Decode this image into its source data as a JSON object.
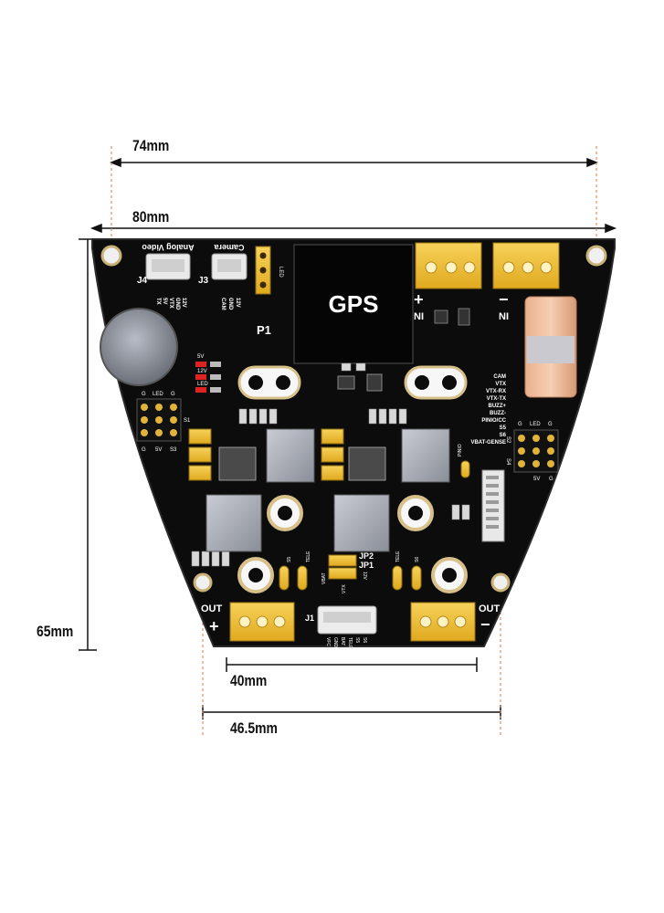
{
  "dimensions": {
    "top_width": "74mm",
    "board_width": "80mm",
    "height": "65mm",
    "bottom_pad_span": "40mm",
    "bottom_hole_span": "46.5mm"
  },
  "board": {
    "gps_label": "GPS",
    "p1_label": "P1",
    "analog_video_label": "Analog Video",
    "camera_label": "Camera",
    "j4_label": "J4",
    "j3_label": "J3",
    "j1_label": "J1",
    "led_conn_label": "LED",
    "j4_pins": [
      "TX",
      "5V",
      "VTX",
      "GND",
      "12V"
    ],
    "j3_pins": [
      "CAM",
      "GND",
      "12V"
    ],
    "input_positive": "+",
    "input_positive_label": "NI",
    "input_negative": "−",
    "input_negative_label": "NI",
    "output_left_label": "OUT",
    "output_left_sign": "+",
    "output_right_label": "OUT",
    "output_right_sign": "−",
    "led_labels": [
      "5V",
      "12V",
      "LED"
    ],
    "left_header_top": [
      "G",
      "LED",
      "G"
    ],
    "left_header_bottom": [
      "G",
      "5V",
      "S3"
    ],
    "left_header_side": "S1",
    "right_header_top": [
      "G",
      "LED",
      "G"
    ],
    "right_header_bottom": [
      "5V",
      "G"
    ],
    "right_header_side": [
      "S2",
      "S4"
    ],
    "right_side_labels": [
      "CAM",
      "VTX",
      "VTX-RX",
      "VTX-TX",
      "BUZZ+",
      "BUZZ-",
      "PINIO/CC",
      "S5",
      "S6",
      "VBAT-GENSE"
    ],
    "jp2_label": "JP2",
    "jp1_label": "JP1",
    "jp_12v": "12V",
    "vbat_label": "VBAT",
    "vtx_label": "VTX",
    "tele_left": "TELE",
    "tele_right": "TELE",
    "s5_label": "S5",
    "s6_label": "S6",
    "pinio_label": "PINIO",
    "j1_pins": [
      "VFC",
      "GND",
      "BAT",
      "TELE",
      "S5",
      "S6"
    ]
  }
}
